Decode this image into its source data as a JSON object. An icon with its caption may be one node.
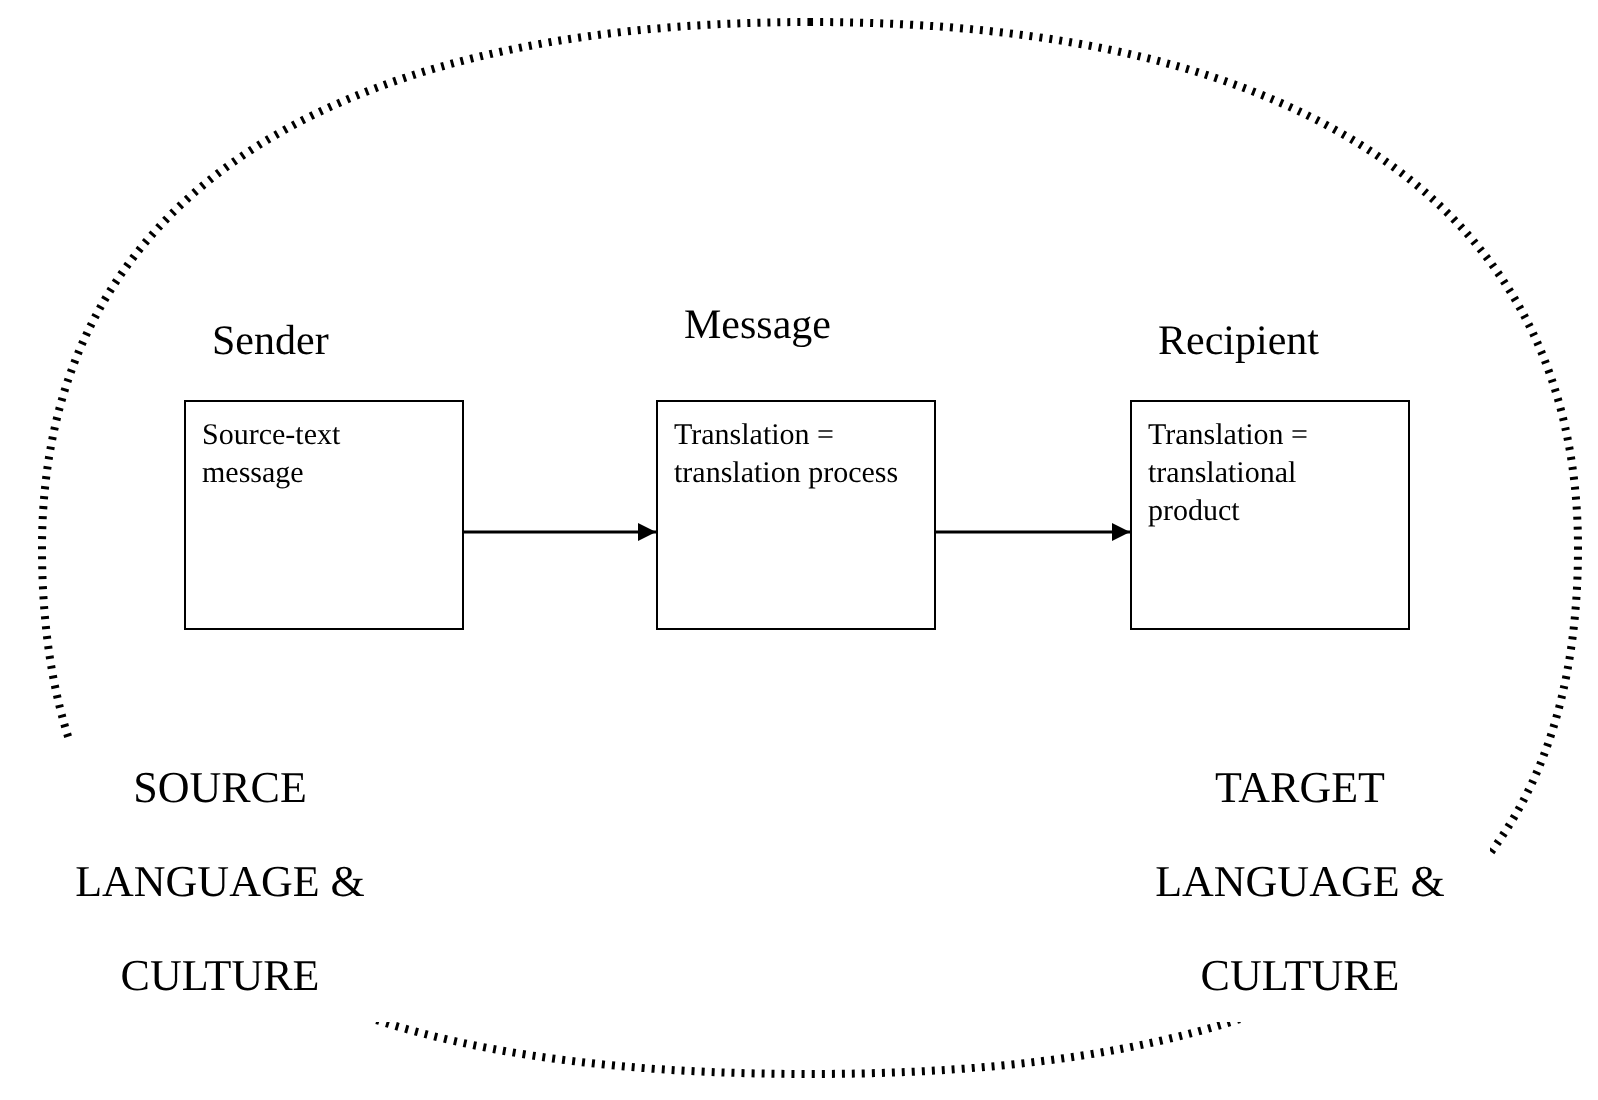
{
  "diagram": {
    "nodes": [
      {
        "text": [
          "SOURCE LANGUAGE & CULTURE",
          "TARGET LANGUAGE & CULTURE"
        ]
      },
      {
        "text": [
          "Sender",
          "Source-text message"
        ],
        "in": 0
      },
      {
        "text": [
          "Message",
          "Translation = translation process"
        ],
        "in": 0
      },
      {
        "text": [
          "Recipient",
          "Translation = translational product"
        ],
        "in": 0
      }
    ],
    "edges": [
      {
        "from": 1,
        "to": 2,
        "arrow": "to"
      },
      {
        "from": 2,
        "to": 3,
        "arrow": "to"
      }
    ]
  }
}
